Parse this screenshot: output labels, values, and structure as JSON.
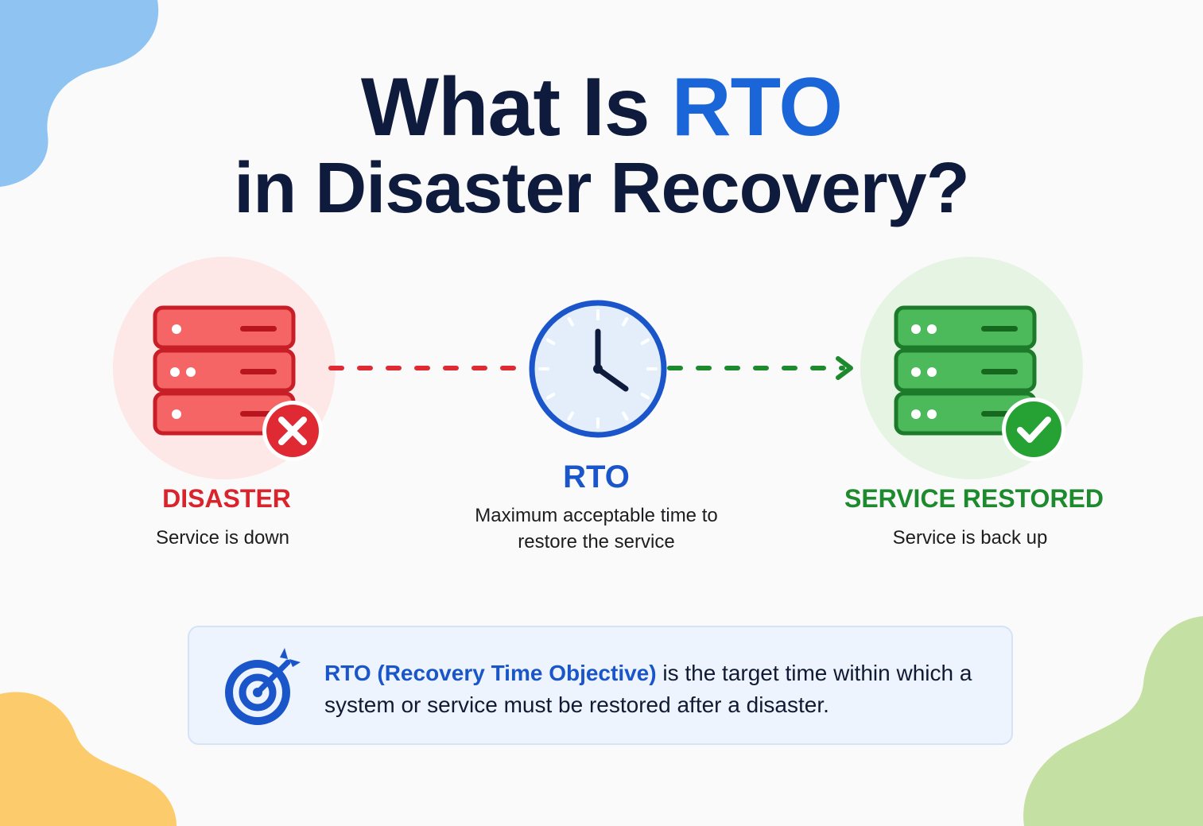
{
  "colors": {
    "title": "#0f1b3d",
    "accent_blue": "#1a66d9",
    "disaster_red": "#d9242d",
    "restored_green": "#1e8a2e",
    "info_bg": "#edf4fd"
  },
  "title": {
    "line1_prefix": "What Is ",
    "line1_accent": "RTO",
    "line2": "in Disaster Recovery?"
  },
  "stages": {
    "disaster": {
      "icon": "server-error-icon",
      "label": "DISASTER",
      "description": "Service is down"
    },
    "rto": {
      "icon": "clock-icon",
      "label": "RTO",
      "description": "Maximum acceptable time to restore the service"
    },
    "restored": {
      "icon": "server-check-icon",
      "label": "SERVICE RESTORED",
      "description": "Service is back up"
    }
  },
  "info": {
    "icon": "target-icon",
    "term": "RTO (Recovery Time Objective)",
    "text": " is the target time within which a system or service must be restored after a disaster."
  }
}
